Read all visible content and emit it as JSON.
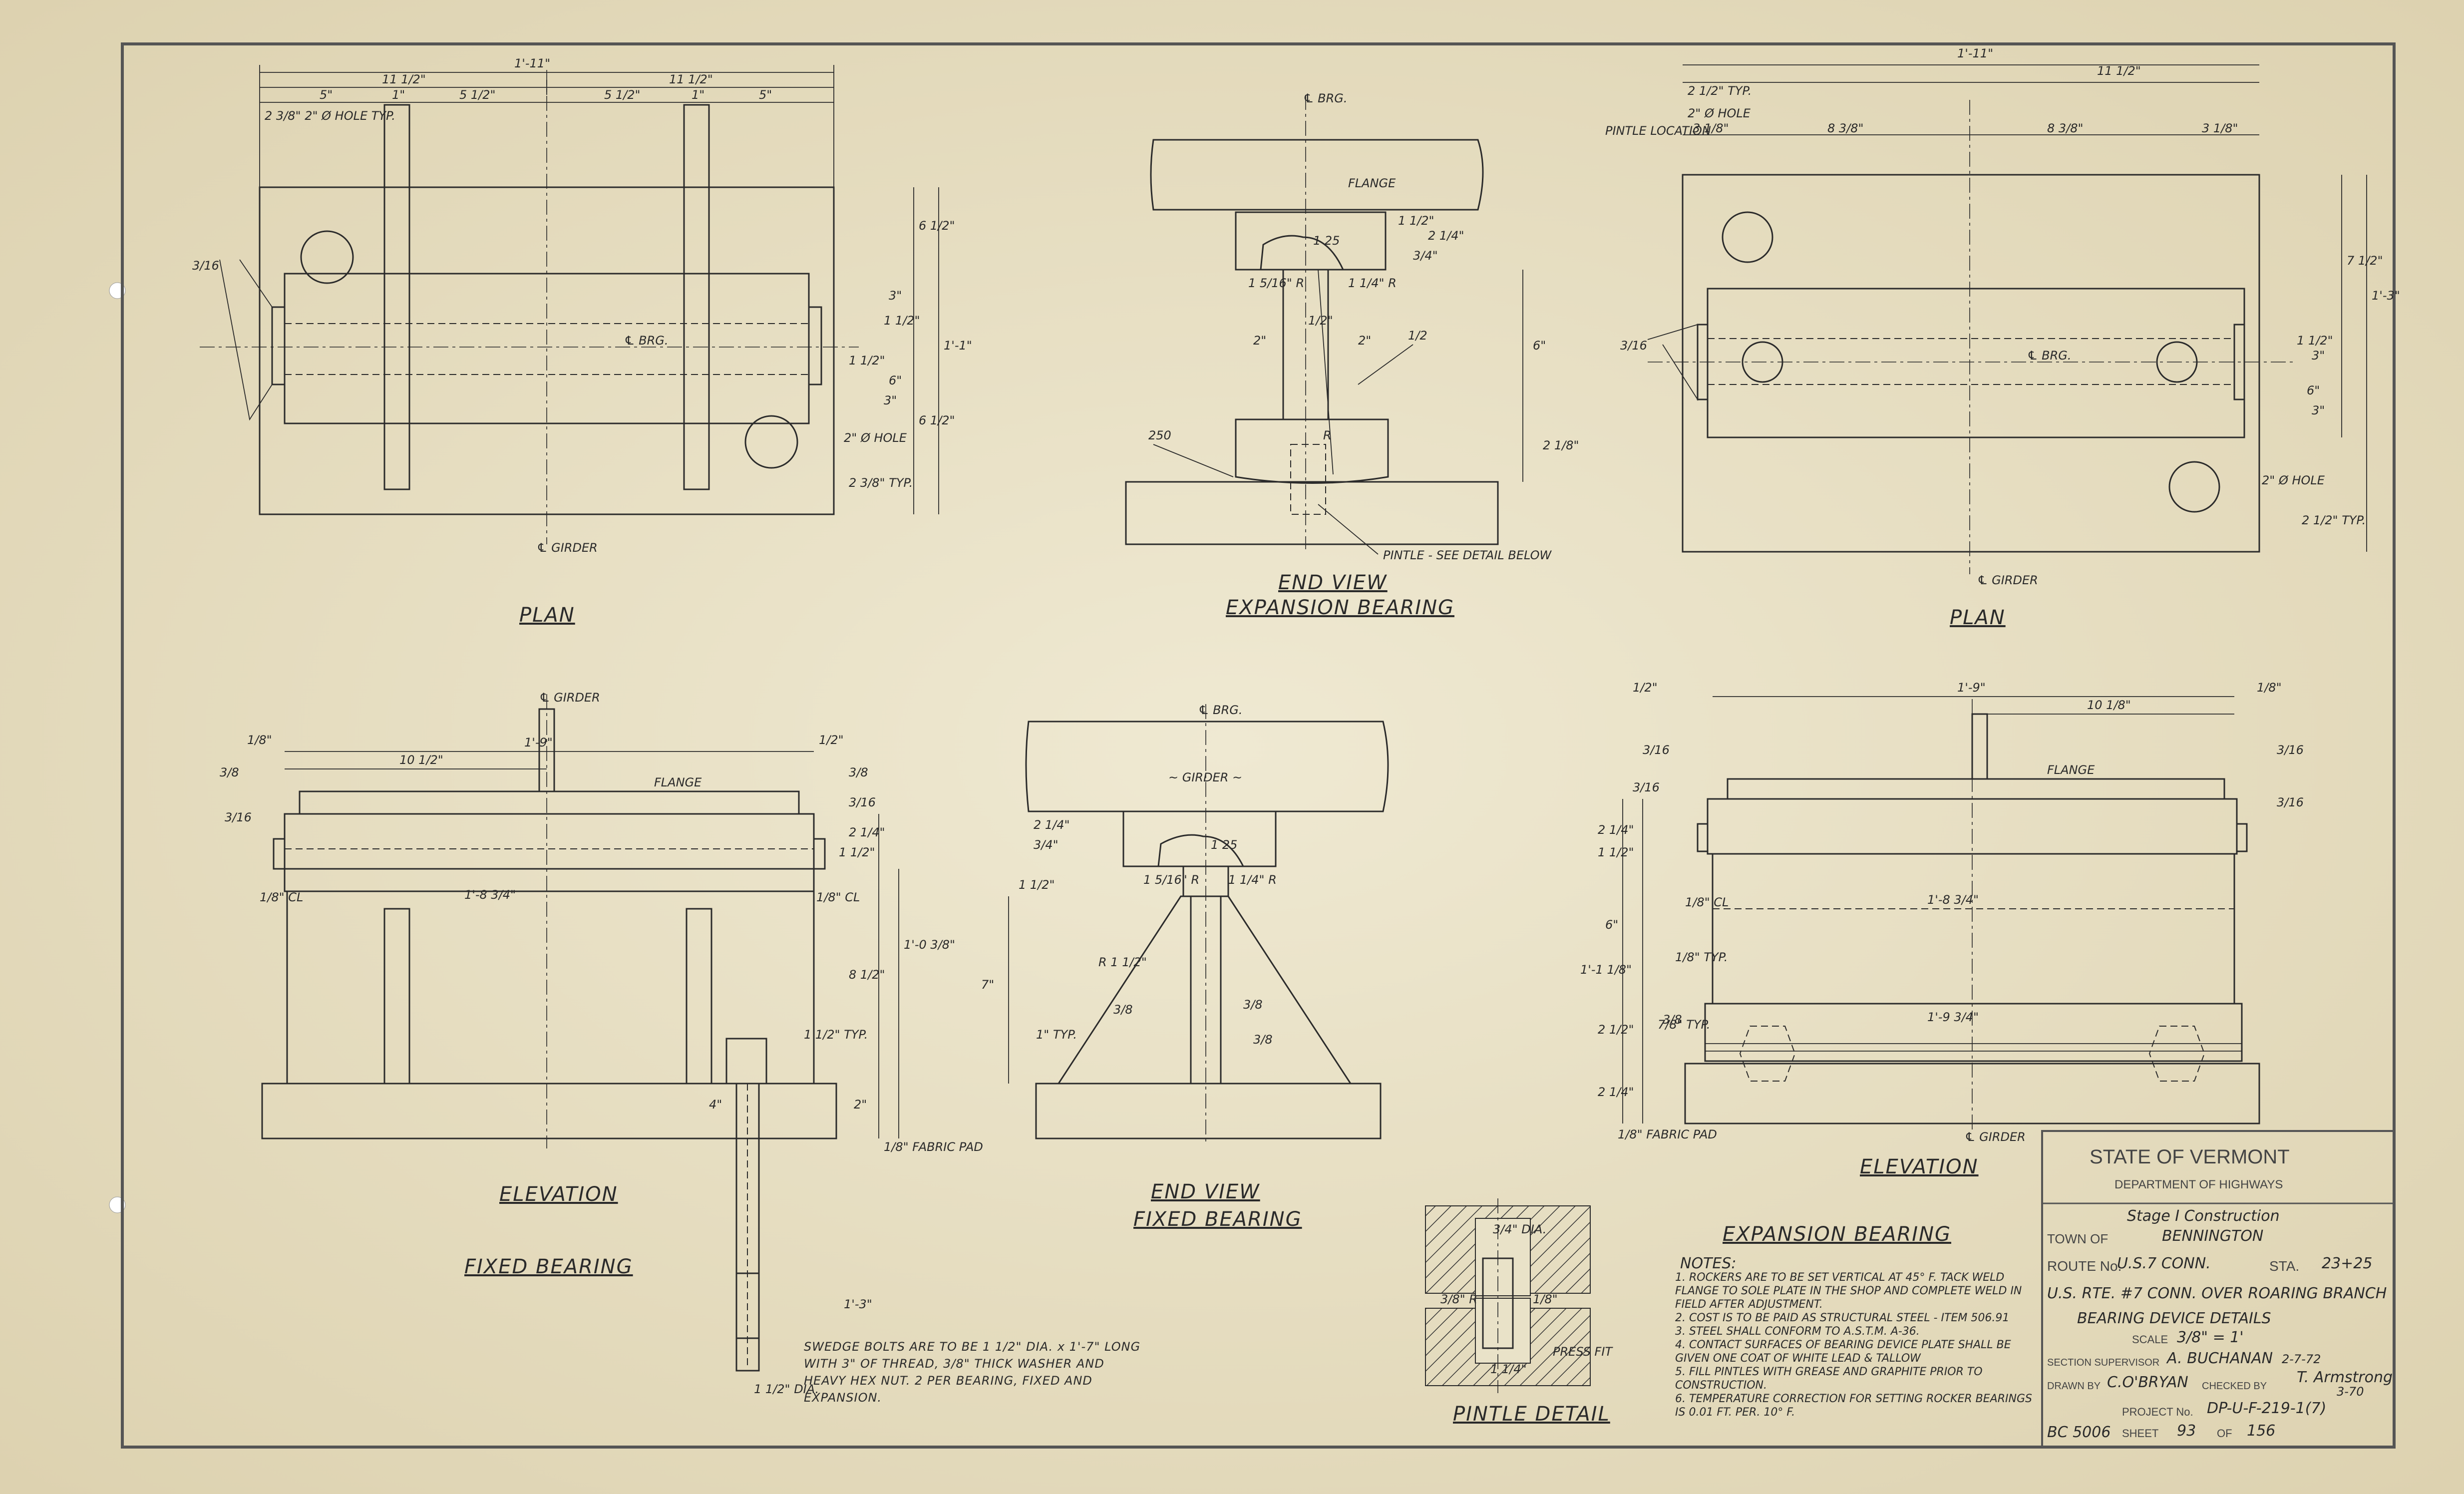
{
  "plan_left": {
    "title": "PLAN",
    "dims": [
      "1'-11\"",
      "11 1/2\"",
      "11 1/2\"",
      "5\"",
      "1\"",
      "5 1/2\"",
      "5 1/2\"",
      "1\"",
      "5\""
    ],
    "hole_note": "2 3/8\" 2\" Ø HOLE TYP.",
    "right_dims": [
      "6 1/2\"",
      "3\"",
      "1 1/2\"",
      "1'-1\"",
      "1 1/2\"",
      "6\"",
      "3\"",
      "6 1/2\"",
      "2 3/8\" TYP."
    ],
    "weld": "3/16",
    "brg": "℄ BRG.",
    "hole2": "2\" Ø HOLE",
    "girder": "℄ GIRDER"
  },
  "end_exp": {
    "brg": "℄ BRG.",
    "flange": "FLANGE",
    "r1": "1 5/16\" R",
    "r2": "1 1/4\" R",
    "r3": "1 25",
    "dims": [
      "1 1/2\"",
      "2 1/4\"",
      "3/4\"",
      "2\"",
      "2\"",
      "6\"",
      "2 1/8\"",
      "1/2\"",
      "R"
    ],
    "weld": "1/2",
    "note250": "250",
    "pintle": "PINTLE - SEE DETAIL BELOW",
    "title1": "END VIEW",
    "title2": "EXPANSION BEARING"
  },
  "plan_right": {
    "title": "PLAN",
    "top": [
      "1'-11\"",
      "11 1/2\"",
      "8 3/8\"",
      "8 3/8\"",
      "3 1/8\"",
      "3 1/8\""
    ],
    "typ": "2 1/2\" TYP.",
    "hole": "2\" Ø HOLE",
    "pintle_loc": "PINTLE LOCATION",
    "right_dims": [
      "7 1/2\"",
      "1'-3\"",
      "1 1/2\"",
      "3\"",
      "6\"",
      "3\"",
      "2 1/2\" TYP."
    ],
    "weld": "3/16",
    "brg": "℄ BRG.",
    "hole2": "2\" Ø HOLE",
    "girder": "℄ GIRDER"
  },
  "elev_left": {
    "title": "ELEVATION",
    "girder": "℄ GIRDER",
    "top": [
      "1'-9\"",
      "10 1/2\"",
      "1/8\"",
      "1/2\""
    ],
    "flange": "FLANGE",
    "welds": [
      "3/8",
      "3/8",
      "3/16",
      "3/16"
    ],
    "cl": [
      "1/8\" CL",
      "1/8\" CL"
    ],
    "mid": "1'-8 3/4\"",
    "right_dims": [
      "2 1/4\"",
      "1 1/2\"",
      "1'-0 3/8\"",
      "8 1/2\"",
      "2\"",
      "1 1/2\" TYP."
    ],
    "left_dim": "4\"",
    "pad": "1/8\" FABRIC PAD",
    "bolt_dims": [
      "1'-3\"",
      "1 1/2\" DIA."
    ],
    "bolt_note": "SWEDGE BOLTS ARE TO BE 1 1/2\" DIA. x 1'-7\" LONG WITH 3\" OF THREAD, 3/8\" THICK WASHER AND HEAVY HEX NUT. 2 PER BEARING, FIXED AND EXPANSION."
  },
  "fixed_title": "FIXED BEARING",
  "end_fixed": {
    "brg": "℄ BRG.",
    "girder": "~ GIRDER ~",
    "dims": [
      "2 1/4\"",
      "3/4\"",
      "1 1/2\"",
      "7\"",
      "1\" TYP."
    ],
    "r": [
      "1 5/16\" R",
      "1 1/4\" R",
      "1 25",
      "R 1 1/2\""
    ],
    "welds": [
      "3/8",
      "3/8",
      "3/8"
    ],
    "title1": "END VIEW",
    "title2": "FIXED BEARING"
  },
  "elev_right": {
    "title": "ELEVATION",
    "top": [
      "1'-9\"",
      "10 1/8\"",
      "1/2\"",
      "1/8\""
    ],
    "flange": "FLANGE",
    "welds": [
      "3/16",
      "3/16",
      "3/16",
      "3/16",
      "3/8"
    ],
    "cl": [
      "1/8\" CL",
      "1/8\" TYP."
    ],
    "mid": [
      "1'-8 3/4\"",
      "1'-9 3/4\""
    ],
    "left_dims": [
      "1'-1 1/8\"",
      "2 1/4\"",
      "6\"",
      "2 1/2\"",
      "2 1/4\"",
      "1 1/2\"",
      "7/8\" TYP."
    ],
    "pad": "1/8\" FABRIC PAD",
    "girder": "℄ GIRDER",
    "exp_title": "EXPANSION BEARING"
  },
  "pintle": {
    "title": "PINTLE DETAIL",
    "dims": [
      "3/4\" DIA.",
      "3/8\" R",
      "1/8\"",
      "1 1/4\""
    ],
    "press": "PRESS FIT"
  },
  "notes": {
    "head": "NOTES:",
    "items": [
      "1. ROCKERS ARE TO BE SET VERTICAL AT 45° F. TACK WELD FLANGE TO SOLE PLATE IN THE SHOP AND COMPLETE WELD IN FIELD AFTER ADJUSTMENT.",
      "2. COST IS TO BE PAID AS STRUCTURAL STEEL - ITEM 506.91",
      "3. STEEL SHALL CONFORM TO A.S.T.M. A-36.",
      "4. CONTACT SURFACES OF BEARING DEVICE PLATE SHALL BE GIVEN ONE COAT OF WHITE LEAD & TALLOW",
      "5. FILL PINTLES WITH GREASE AND GRAPHITE PRIOR TO CONSTRUCTION.",
      "6. TEMPERATURE CORRECTION FOR SETTING ROCKER BEARINGS IS 0.01 FT. PER. 10° F."
    ]
  },
  "titleblock": {
    "state": "STATE OF VERMONT",
    "dept": "DEPARTMENT OF HIGHWAYS",
    "stage": "Stage I Construction",
    "town_label": "TOWN OF",
    "town": "BENNINGTON",
    "route_label": "ROUTE No.",
    "route": "U.S.7 CONN.",
    "sta_label": "STA.",
    "sta": "23+25",
    "project_line": "U.S. RTE. #7 CONN. OVER ROARING BRANCH",
    "drawing": "BEARING DEVICE DETAILS",
    "scale_label": "SCALE",
    "scale": "3/8\" = 1'",
    "sup_label": "SECTION SUPERVISOR",
    "sup": "A. BUCHANAN",
    "sup_date": "2-7-72",
    "drawn_label": "DRAWN BY",
    "drawn": "C.O'BRYAN",
    "checked_label": "CHECKED BY",
    "checked": "T. Armstrong",
    "checked_date": "3-70",
    "proj_label": "PROJECT No.",
    "proj": "DP-U-F-219-1(7)",
    "bc": "BC 5006",
    "sheet_label": "SHEET",
    "sheet": "93",
    "of_label": "OF",
    "of": "156"
  }
}
